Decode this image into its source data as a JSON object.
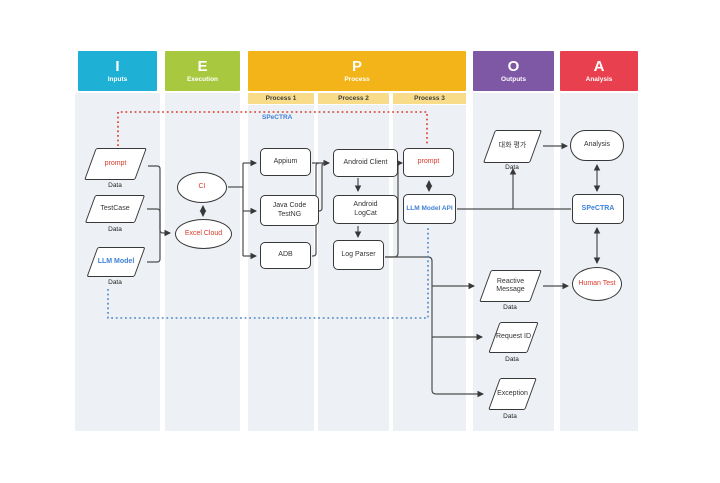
{
  "diagram_title_letters": [
    "I",
    "E",
    "P",
    "O",
    "A"
  ],
  "columns": [
    {
      "letter": "I",
      "name": "Inputs",
      "color": "#1FB1D5"
    },
    {
      "letter": "E",
      "name": "Execution",
      "color": "#A8C93F"
    },
    {
      "letter": "P",
      "name": "Process",
      "color": "#F2B418"
    },
    {
      "letter": "O",
      "name": "Outputs",
      "color": "#7E57A5"
    },
    {
      "letter": "A",
      "name": "Analysis",
      "color": "#E8404E"
    }
  ],
  "process_subheaders": {
    "p1": "Process 1",
    "p2": "Process 2",
    "p3": "Process 3"
  },
  "flow_label": "SPeCTRA",
  "nodes": {
    "prompt_input": {
      "label": "prompt",
      "data_label": "Data"
    },
    "testcase": {
      "label": "TestCase",
      "data_label": "Data"
    },
    "llm_model": {
      "label": "LLM Model",
      "data_label": "Data"
    },
    "ci": {
      "label": "CI"
    },
    "excel_cloud": {
      "label": "Excel Cloud"
    },
    "appium": {
      "label": "Appium"
    },
    "java_testng": {
      "label": "Java Code TestNG"
    },
    "adb": {
      "label": "ADB"
    },
    "android_client": {
      "label": "Android Client"
    },
    "android_logcat": {
      "label": "Android LogCat"
    },
    "log_parser": {
      "label": "Log Parser"
    },
    "prompt_process": {
      "label": "prompt"
    },
    "llm_model_api": {
      "label": "LLM Model API"
    },
    "dialog_eval": {
      "label": "대화 평가",
      "data_label": "Data"
    },
    "reactive_message": {
      "label": "Reactive Message",
      "data_label": "Data"
    },
    "request_id": {
      "label": "Request ID",
      "data_label": "Data"
    },
    "exception": {
      "label": "Exception",
      "data_label": "Data"
    },
    "analysis": {
      "label": "Analysis"
    },
    "spectra": {
      "label": "SPeCTRA"
    },
    "human_test": {
      "label": "Human Test"
    }
  },
  "colors": {
    "inputs_header": "#1FB1D5",
    "execution_header": "#A8C93F",
    "process_header": "#F2B418",
    "process_subheader": "#F8DC8A",
    "outputs_header": "#7E57A5",
    "analysis_header": "#E8404E",
    "column_background": "#EDF0F4",
    "connector": "#4d4d4d",
    "accent_red_text": "#D93B2B",
    "accent_blue_text": "#4081D8",
    "dotted_red": "#D93B2B",
    "dotted_blue": "#4A86C8"
  }
}
